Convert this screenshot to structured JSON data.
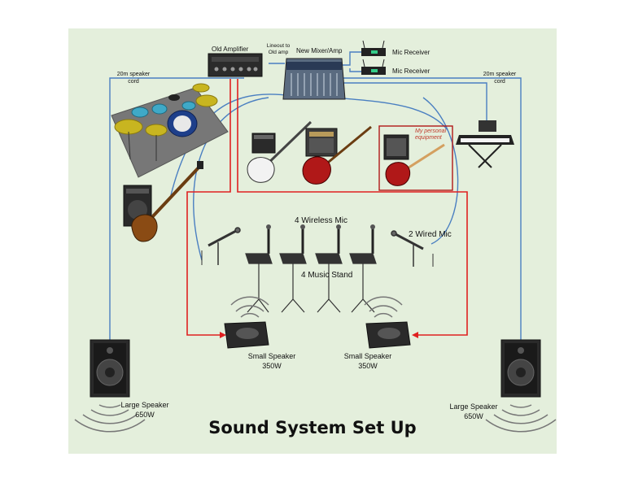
{
  "title": "Sound System Set Up",
  "labels": {
    "old_amplifier": "Old Amplifier",
    "lineout_line1": "Lineout to",
    "lineout_line2": "Old amp",
    "new_mixer": "New Mixer/Amp",
    "mic_receiver_1": "Mic Receiver",
    "mic_receiver_2": "Mic Receiver",
    "speaker_cord_left_1": "20m speaker",
    "speaker_cord_left_2": "cord",
    "speaker_cord_right_1": "20m speaker",
    "speaker_cord_right_2": "cord",
    "personal_equipment_1": "My personal",
    "personal_equipment_2": "equipment",
    "wireless_mic": "4 Wireless Mic",
    "wired_mic": "2 Wired Mic",
    "music_stand": "4 Music Stand",
    "small_speaker_left_1": "Small Speaker",
    "small_speaker_left_2": "350W",
    "small_speaker_right_1": "Small Speaker",
    "small_speaker_right_2": "350W",
    "large_speaker_left_1": "Large Speaker",
    "large_speaker_left_2": "650W",
    "large_speaker_right_1": "Large Speaker",
    "large_speaker_right_2": "650W"
  },
  "colors": {
    "background": "#e4efdc",
    "blue_cable": "#4a7fc1",
    "red_cable": "#e02020"
  }
}
